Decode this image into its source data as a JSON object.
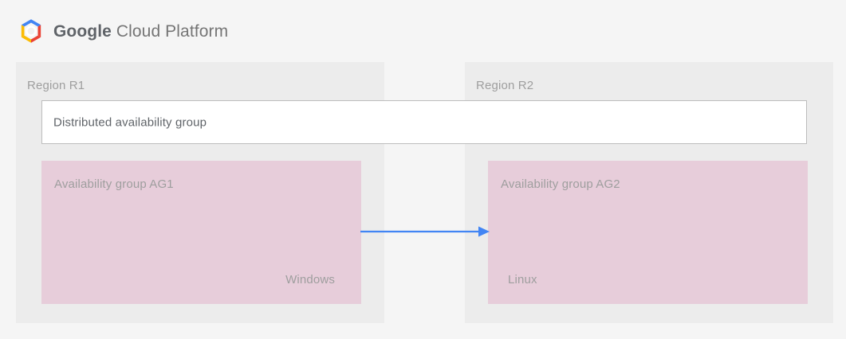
{
  "header": {
    "logo_icon": "google-cloud-platform-logo-icon",
    "brand_strong": "Google",
    "brand_light": "Cloud Platform",
    "logo_colors": {
      "blue": "#4285f4",
      "red": "#ea4335",
      "yellow": "#fbbc05",
      "center": "#ffffff"
    }
  },
  "diagram": {
    "regions": [
      {
        "id": "r1",
        "label": "Region R1",
        "availability_group": {
          "title": "Availability group AG1",
          "os": "Windows"
        }
      },
      {
        "id": "r2",
        "label": "Region R2",
        "availability_group": {
          "title": "Availability group AG2",
          "os": "Linux"
        }
      }
    ],
    "distributed_group": {
      "label": "Distributed availability group"
    },
    "connector": {
      "icon": "arrow-right-icon",
      "direction": "right",
      "color": "#4285f4",
      "from": "Availability group AG1",
      "to": "Availability group AG2"
    },
    "colors": {
      "page_background": "#f5f5f5",
      "region_background": "#ececec",
      "availability_group_background": "#e7cdda",
      "distributed_group_background": "#ffffff",
      "distributed_group_border": "#bdbdbd",
      "label_text": "#9e9e9e",
      "body_text": "#5f6368"
    }
  }
}
